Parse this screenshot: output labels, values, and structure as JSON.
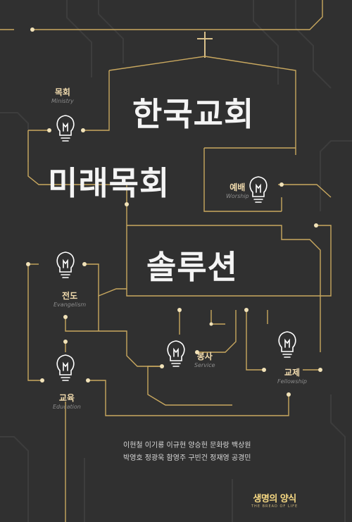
{
  "title": {
    "line1": "한국교회",
    "line2": "미래목회",
    "line3": "솔루션"
  },
  "labels": {
    "ministry": {
      "ko": "목회",
      "en": "Ministry"
    },
    "worship": {
      "ko": "예배",
      "en": "Worship"
    },
    "evangelism": {
      "ko": "전도",
      "en": "Evangelism"
    },
    "service": {
      "ko": "봉사",
      "en": "Service"
    },
    "fellowship": {
      "ko": "교제",
      "en": "Fellowship"
    },
    "education": {
      "ko": "교육",
      "en": "Education"
    }
  },
  "authors": {
    "line1": "이현철 이기룡 이규현 양승헌 문화랑 백상원",
    "line2": "박영호 정광욱 함영주 구빈건 정재영 공경민"
  },
  "publisher": {
    "name": "생명의 양식",
    "tagline": "THE BREAD OF LIFE"
  },
  "colors": {
    "background": "#303030",
    "circuit_line": "#c9a85f",
    "bulb": "#ffffff",
    "label_accent": "#f2dcae"
  }
}
